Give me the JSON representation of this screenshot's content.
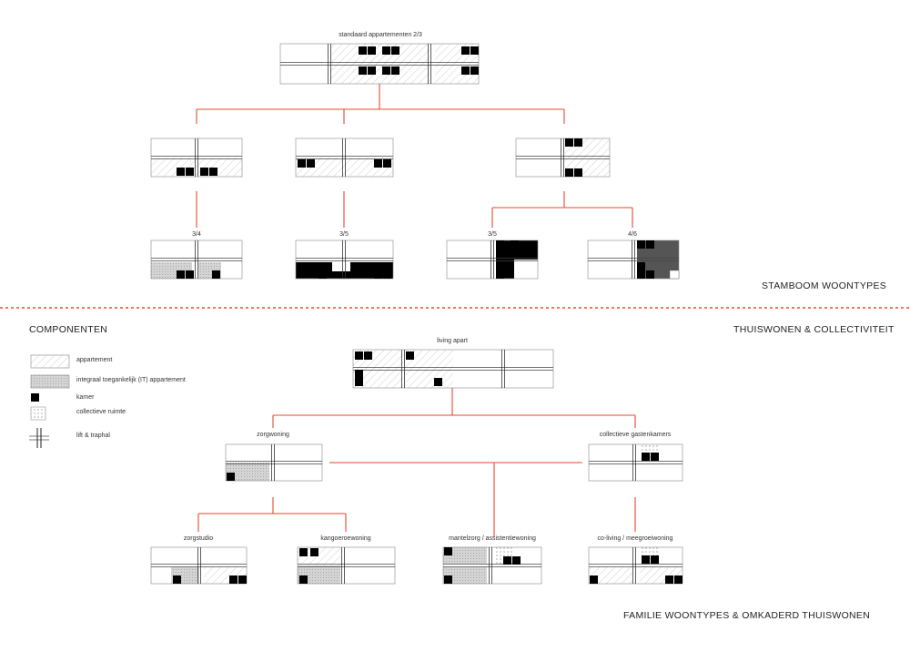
{
  "colors": {
    "connector": "#e8482f",
    "divider": "#e8482f",
    "block": "#000000",
    "outline": "#888888",
    "hatch": "#b5b5b5",
    "it_fill": "#d2d2d2",
    "dark_fill": "#555555"
  },
  "headings": {
    "stamboom": "STAMBOOM WOONTYPES",
    "componenten": "COMPONENTEN",
    "thuiswonen": "THUISWONEN & COLLECTIVITEIT",
    "familie": "FAMILIE WOONTYPES & OMKADERD THUISWONEN"
  },
  "legend": {
    "items": [
      {
        "key": "appartement",
        "label": "appartement",
        "swatch": "hatch"
      },
      {
        "key": "it",
        "label": "integraal toegankelijk (IT) appartement",
        "swatch": "it"
      },
      {
        "key": "kamer",
        "label": "kamer",
        "swatch": "block"
      },
      {
        "key": "collectief",
        "label": "collectieve ruimte",
        "swatch": "dots"
      },
      {
        "key": "lift",
        "label": "lift & traphal",
        "swatch": "lift"
      }
    ]
  },
  "tree_top": {
    "root": "standaard appartementen 2/3",
    "leaves": [
      "3/4",
      "3/5",
      "3/5",
      "4/6"
    ]
  },
  "tree_bottom": {
    "root": "living apart",
    "mid_left": "zorgwoning",
    "mid_right": "collectieve gastenkamers",
    "leaves": [
      "zorgstudio",
      "kangoeroewoning",
      "mantelzorg / assistentiewoning",
      "co-living / meegroeiwoning"
    ]
  }
}
